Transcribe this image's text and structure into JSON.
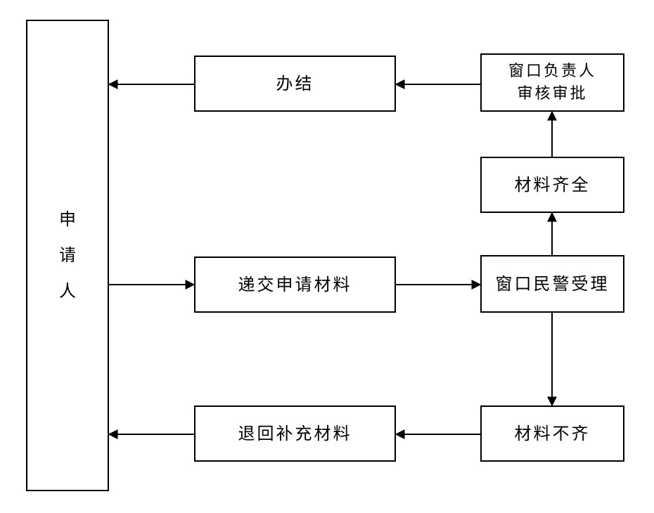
{
  "nodes": {
    "applicant": {
      "chars": [
        "申",
        "请",
        "人"
      ]
    },
    "banjie": {
      "label": "办结"
    },
    "shenhe": {
      "line1": "窗口负责人",
      "line2": "审核审批"
    },
    "qiquan": {
      "label": "材料齐全"
    },
    "dijiao": {
      "label": "递交申请材料"
    },
    "shouli": {
      "label": "窗口民警受理"
    },
    "tuihui": {
      "label": "退回补充材料"
    },
    "buqi": {
      "label": "材料不齐"
    }
  },
  "colors": {
    "line": "#000000",
    "background": "#ffffff"
  }
}
